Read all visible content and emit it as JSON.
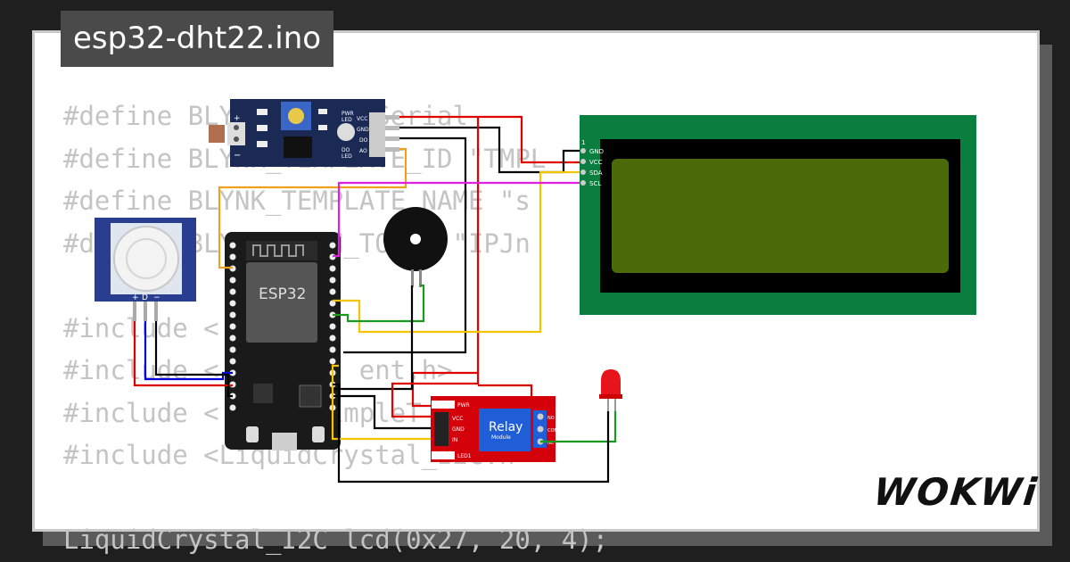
{
  "file_tab": {
    "name": "esp32-dht22.ino"
  },
  "code_lines": [
    "#define BLYNK_PRINT Serial",
    "#define BLYNK_TEMPLATE_ID \"TMPL",
    "#define BLYNK_TEMPLATE_NAME \"s",
    "#define BLYNK_AUTH_TOKEN \"IPJn",
    "",
    "#include <",
    "#include <         ent.h>",
    "#include <       impleT",
    "#include <LiquidCrystal_I2C.h>",
    "",
    "LiquidCrystal_I2C lcd(0x27, 20, 4);"
  ],
  "brand": {
    "logo": "WOKWi"
  },
  "components": {
    "esp32": {
      "label": "ESP32"
    },
    "relay": {
      "label": "Relay",
      "sublabel": "Module",
      "pins": [
        "PWR",
        "VCC",
        "GND",
        "IN",
        "LED1"
      ],
      "terminals": [
        "NO",
        "COM",
        "NC"
      ]
    },
    "lcd": {
      "pins": [
        "GND",
        "VCC",
        "SDA",
        "SCL"
      ],
      "pin1_label": "1",
      "screen_color": "#4d6a0b",
      "body_color": "#0a7e3f"
    },
    "ldr_module": {
      "pins": [
        "VCC",
        "GND",
        "DO",
        "AO"
      ],
      "pwr_label": "PWR\nLED",
      "do_label": "DO\nLED",
      "plus": "+",
      "minus": "−"
    },
    "pir": {
      "pins": [
        "+",
        "D",
        "−"
      ]
    },
    "buzzer": {},
    "led": {
      "color": "#e8141b"
    }
  },
  "wire_colors": {
    "red": "#e00000",
    "black": "#000000",
    "yellow": "#f5c400",
    "magenta": "#e020e0",
    "green": "#1a9a1a",
    "blue": "#0000dd",
    "orange": "#f0a020"
  }
}
